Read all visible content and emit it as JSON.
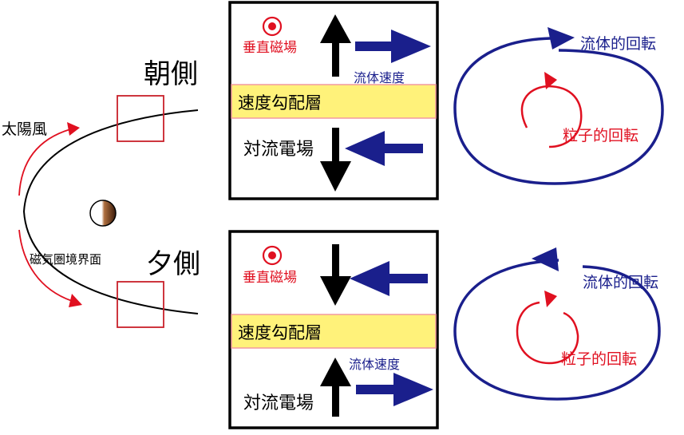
{
  "labels": {
    "solar_wind": "太陽風",
    "magnetopause": "磁気圏境界面",
    "dawn_side": "朝側",
    "dusk_side": "夕側"
  },
  "panels": {
    "dawn": {
      "vertical_field": "垂直磁場",
      "flow_velocity": "流体速度",
      "shear_layer": "速度勾配層",
      "convection_field": "対流電場"
    },
    "dusk": {
      "vertical_field": "垂直磁場",
      "flow_velocity": "流体速度",
      "shear_layer": "速度勾配層",
      "convection_field": "対流電場"
    }
  },
  "rotations": {
    "dawn": {
      "fluid": "流体的回転",
      "particle": "粒子的回転"
    },
    "dusk": {
      "fluid": "流体的回転",
      "particle": "粒子的回転"
    }
  },
  "colors": {
    "red": "#e01020",
    "navy": "#1a1f8c",
    "black": "#000000",
    "layer_fill": "#fff27a",
    "layer_border": "#f29aa0",
    "box_red": "#c8202a"
  }
}
